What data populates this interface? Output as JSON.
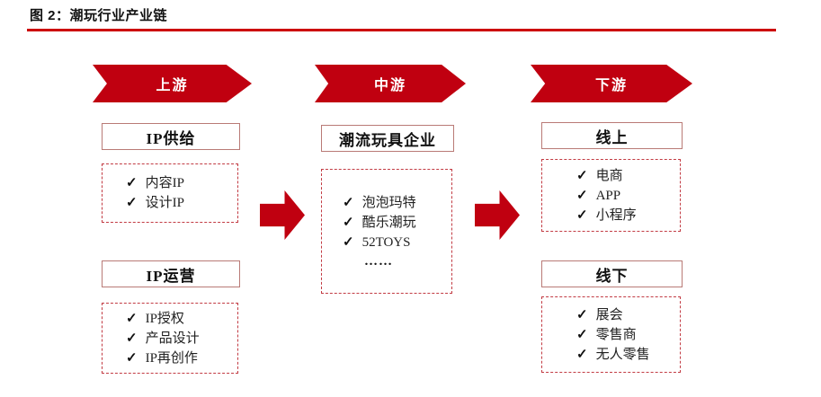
{
  "figure": {
    "title": "图 2：潮玩行业产业链"
  },
  "checkmark": "✓",
  "ellipsis": "……",
  "colors": {
    "accent_red": "#c00010",
    "title_rule_red": "#cc0000",
    "dashed_border_red": "#c23b43",
    "header_box_border": "#b97a76",
    "text": "#1a1a1a",
    "banner_text": "#ffffff"
  },
  "columns": [
    {
      "banner": "上游",
      "sections": [
        {
          "header": "IP供给",
          "items": [
            "内容IP",
            "设计IP"
          ]
        },
        {
          "header": "IP运营",
          "items": [
            "IP授权",
            "产品设计",
            "IP再创作"
          ]
        }
      ]
    },
    {
      "banner": "中游",
      "sections": [
        {
          "header": "潮流玩具企业",
          "items": [
            "泡泡玛特",
            "酷乐潮玩",
            "52TOYS"
          ]
        }
      ]
    },
    {
      "banner": "下游",
      "sections": [
        {
          "header": "线上",
          "items": [
            "电商",
            "APP",
            "小程序"
          ]
        },
        {
          "header": "线下",
          "items": [
            "展会",
            "零售商",
            "无人零售"
          ]
        }
      ]
    }
  ]
}
